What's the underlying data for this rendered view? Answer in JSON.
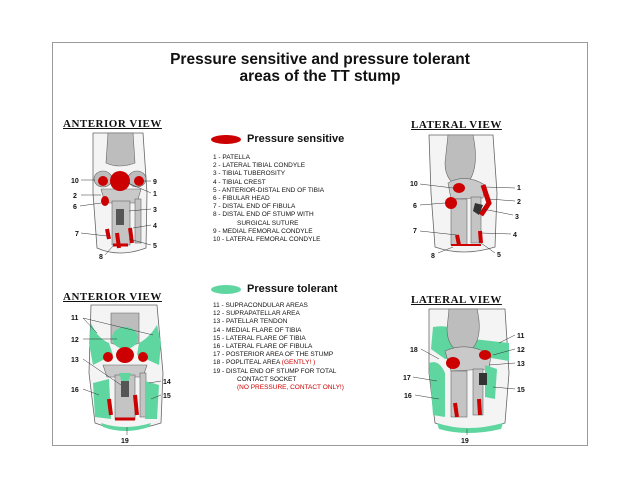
{
  "title": {
    "line1": "Pressure sensitive and pressure tolerant",
    "line2": "areas of the TT stump"
  },
  "views": {
    "anterior_top": "ANTERIOR VIEW",
    "lateral_top": "LATERAL VIEW",
    "anterior_bottom": "ANTERIOR VIEW",
    "lateral_bottom": "LATERAL VIEW"
  },
  "legend": {
    "sensitive": {
      "label": "Pressure sensitive",
      "color": "#cc0000"
    },
    "tolerant": {
      "label": "Pressure tolerant",
      "color": "#5fd6a0"
    }
  },
  "sensitive_list": [
    "1 - PATELLA",
    "2 - LATERAL TIBIAL CONDYLE",
    "3 - TIBIAL TUBEROSITY",
    "4 - TIBIAL CREST",
    "5 - ANTERIOR-DISTAL END OF TIBIA",
    "6 - FIBULAR HEAD",
    "7 - DISTAL END OF FIBULA",
    "8 - DISTAL END OF STUMP WITH",
    "SURGICAL SUTURE",
    "9 - MEDIAL FEMORAL CONDYLE",
    "10 - LATERAL FEMORAL CONDYLE"
  ],
  "tolerant_list": [
    "11 - SUPRACONDULAR AREAS",
    "12 - SUPRAPATELLAR AREA",
    "13 - PATELLAR TENDON",
    "14 - MEDIAL FLARE OF TIBIA",
    "15 - LATERAL FLARE OF TIBIA",
    "16 - LATERAL FLARE OF FIBULA",
    "17 - POSTERIOR AREA OF THE STUMP",
    "18 - POPLITEAL AREA",
    "19 - DISTAL END OF STUMP FOR TOTAL",
    "CONTACT SOCKET"
  ],
  "gently_note": "(GENTLY! )",
  "warning_note": "(NO PRESSURE, CONTACT ONLY!)",
  "callouts": {
    "ant_top": [
      "10",
      "2",
      "6",
      "7",
      "8",
      "9",
      "1",
      "3",
      "4",
      "5"
    ],
    "lat_top": [
      "10",
      "6",
      "7",
      "8",
      "1",
      "2",
      "3",
      "4",
      "5"
    ],
    "ant_bot": [
      "11",
      "12",
      "13",
      "16",
      "19",
      "14",
      "15"
    ],
    "lat_bot": [
      "11",
      "12",
      "13",
      "15",
      "18",
      "17",
      "16",
      "19"
    ]
  }
}
